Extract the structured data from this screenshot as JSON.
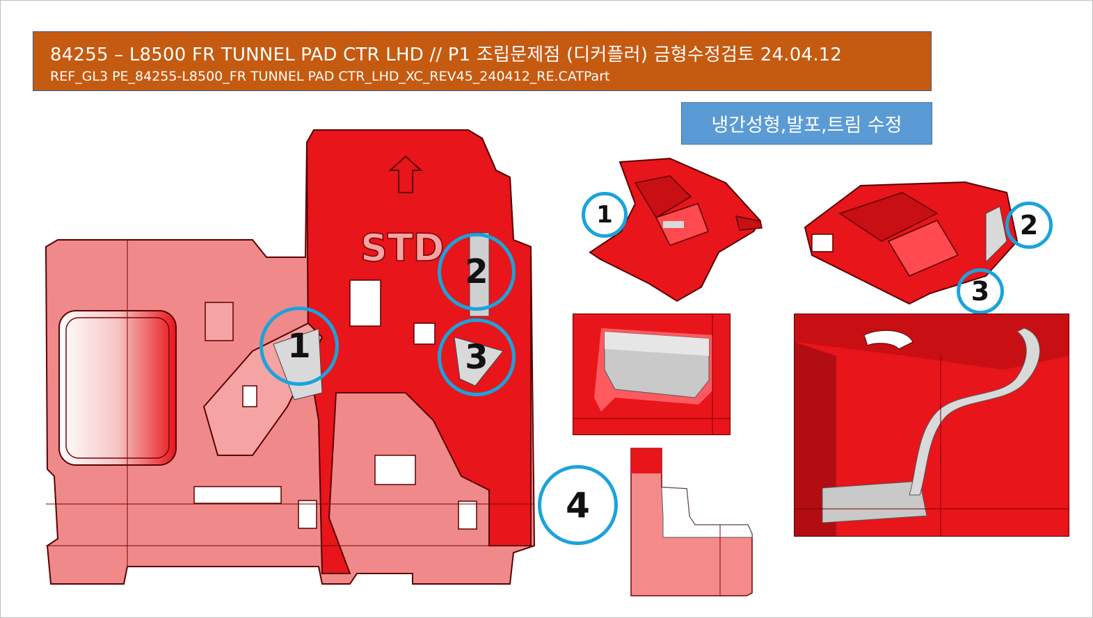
{
  "title": {
    "line1": "84255 – L8500 FR TUNNEL PAD CTR LHD // P1 조립문제점 (디커플러) 금형수정검토 24.04.12",
    "line2": "REF_GL3 PE_84255-L8500_FR TUNNEL PAD CTR_LHD_XC_REV45_240412_RE.CATPart"
  },
  "tag": "냉간성형,발포,트림 수정",
  "part_emboss": "STD",
  "markers": {
    "m1": "1",
    "m2": "2",
    "m3": "3",
    "m4": "4"
  },
  "colors": {
    "title_bg": "#c55a11",
    "tag_bg": "#5b9bd5",
    "marker_ring": "#1aa3dc",
    "part_red": "#e8151b",
    "part_light": "#f88a8a"
  }
}
